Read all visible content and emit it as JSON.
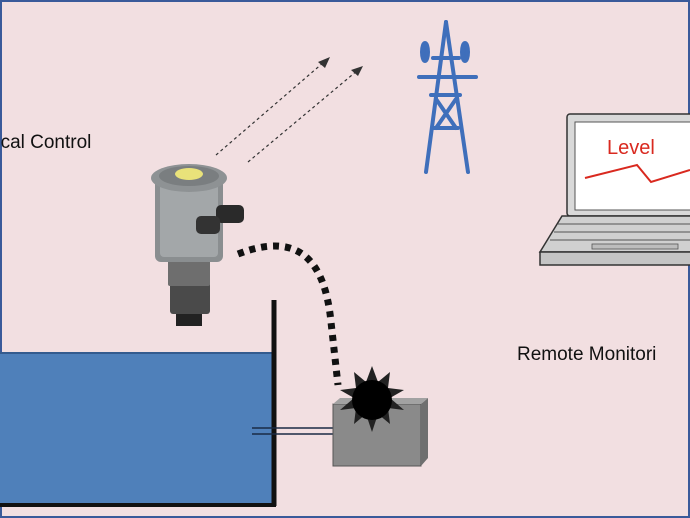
{
  "labels": {
    "local_control": "ocal Control",
    "remote_monitoring": "Remote Monitori",
    "screen_level": "Level"
  },
  "icons": {
    "sensor": "ultrasonic-level-sensor-icon",
    "tower": "transmission-tower-icon",
    "laptop": "laptop-icon",
    "pump": "pump-icon",
    "tank": "water-tank-icon"
  },
  "colors": {
    "background": "#f2dfe1",
    "frame": "#3a5a9a",
    "water": "#4f80ba",
    "tower": "#3f6fbb",
    "trend_line": "#d9291f",
    "pump_body": "#8a8a8a"
  }
}
